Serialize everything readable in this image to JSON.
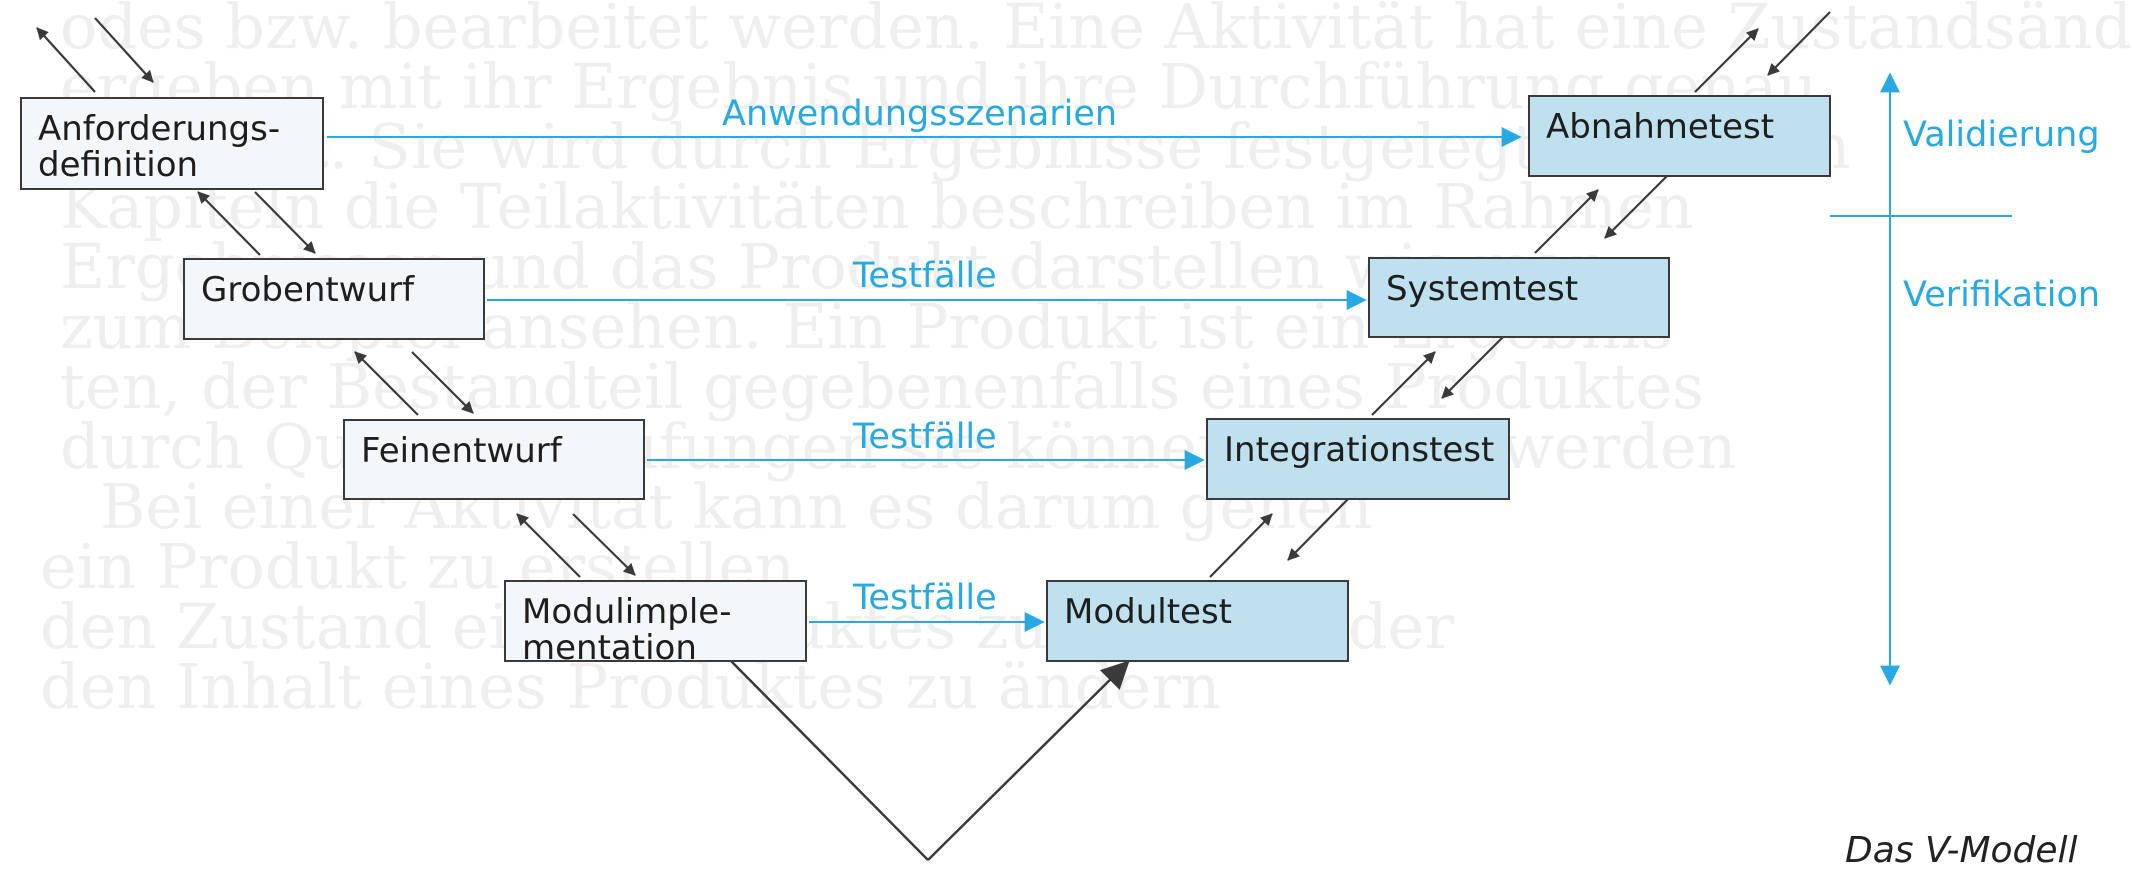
{
  "left_boxes": [
    {
      "label": "Anforderungs-\ndefinition"
    },
    {
      "label": "Grobentwurf"
    },
    {
      "label": "Feinentwurf"
    },
    {
      "label": "Modulimple-\nmentation"
    }
  ],
  "right_boxes": [
    {
      "label": "Abnahmetest"
    },
    {
      "label": "Systemtest"
    },
    {
      "label": "Integrationstest"
    },
    {
      "label": "Modultest"
    }
  ],
  "connections": [
    {
      "label": "Anwendungsszenarien"
    },
    {
      "label": "Testfälle"
    },
    {
      "label": "Testfälle"
    },
    {
      "label": "Testfälle"
    }
  ],
  "scale": {
    "top_label": "Validierung",
    "bottom_label": "Verifikation"
  },
  "caption": "Das V-Modell",
  "colors": {
    "accent": "#29a9e1",
    "right_box_fill": "#bfe0ee",
    "left_box_fill": "#f3f7fa",
    "line": "#3a3a3a"
  }
}
